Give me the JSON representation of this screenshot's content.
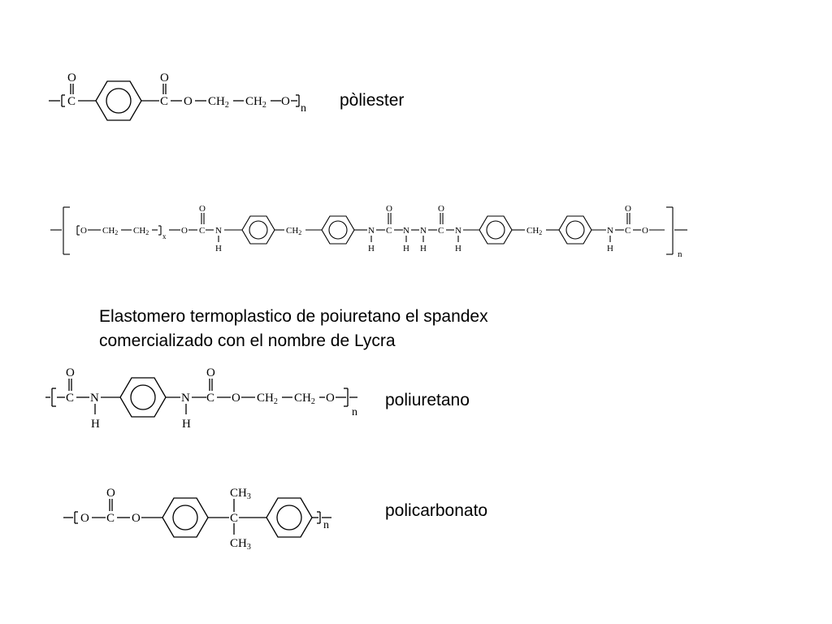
{
  "slide": {
    "labels": {
      "poliester": "pòliester",
      "poliuretano": "poliuretano",
      "policarbonato": "policarbonato"
    },
    "caption": {
      "line1": "Elastomero termoplastico de poiuretano el spandex",
      "line2": "comercializado con el nombre de Lycra"
    },
    "atoms": {
      "O": "O",
      "C": "C",
      "N": "N",
      "H": "H",
      "CH2": "CH",
      "sub2": "2",
      "CH3": "CH",
      "sub3": "3",
      "n": "n",
      "x": "x"
    }
  }
}
